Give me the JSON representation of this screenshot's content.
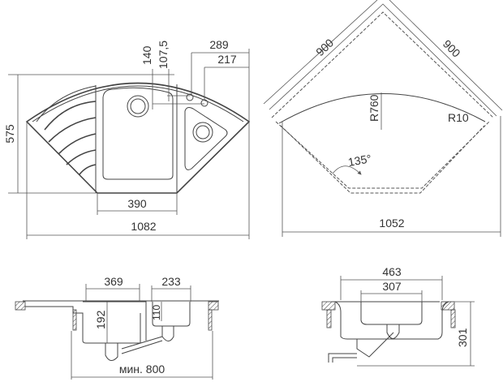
{
  "top_view": {
    "dims": {
      "height": "575",
      "bowl_width": "390",
      "total_width": "1082",
      "tap_offset_1": "140",
      "tap_offset_2": "107,5",
      "dim_289": "289",
      "dim_217": "217"
    }
  },
  "cabinet_view": {
    "dims": {
      "side_left": "900",
      "side_right": "900",
      "radius": "R760",
      "corner_radius": "R10",
      "angle": "135°",
      "width": "1052"
    }
  },
  "front_section": {
    "dims": {
      "main_bowl": "369",
      "small_bowl": "233",
      "main_depth": "192",
      "small_depth": "110",
      "min_cabinet": "мин. 800"
    }
  },
  "side_section": {
    "dims": {
      "outer": "463",
      "inner": "307",
      "height": "301"
    }
  },
  "colors": {
    "line": "#444444",
    "text": "#333333"
  }
}
